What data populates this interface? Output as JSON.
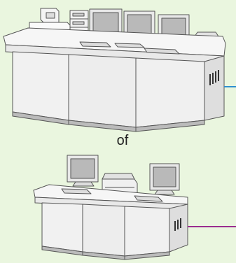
{
  "separator_word": "of",
  "colors": {
    "background": "#eaf6df",
    "connector_top": "#2f8fd0",
    "connector_bottom": "#9b2d8f",
    "desk": "#f2f2f2",
    "outline": "#555555"
  },
  "icons": [
    "workstation-desk-large",
    "workstation-desk-small",
    "monitor-icon",
    "printer-icon",
    "keyboard-icon",
    "lab-instrument-icon",
    "vent-grille-icon"
  ]
}
